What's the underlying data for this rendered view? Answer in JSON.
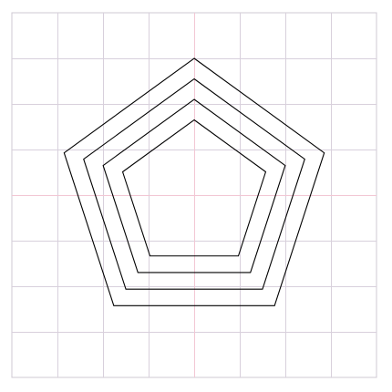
{
  "grid": {
    "cells": 8,
    "line_color": "#d8d0dc",
    "axis_color": "#f2c7d4",
    "border_color": "#cfc8d3",
    "background": "#ffffff"
  },
  "pentagons": {
    "count": 4,
    "stroke_color": "#000000",
    "sides": 5,
    "orientation": "point-up",
    "relative_sizes": [
      1.0,
      0.85,
      0.7,
      0.55
    ]
  }
}
